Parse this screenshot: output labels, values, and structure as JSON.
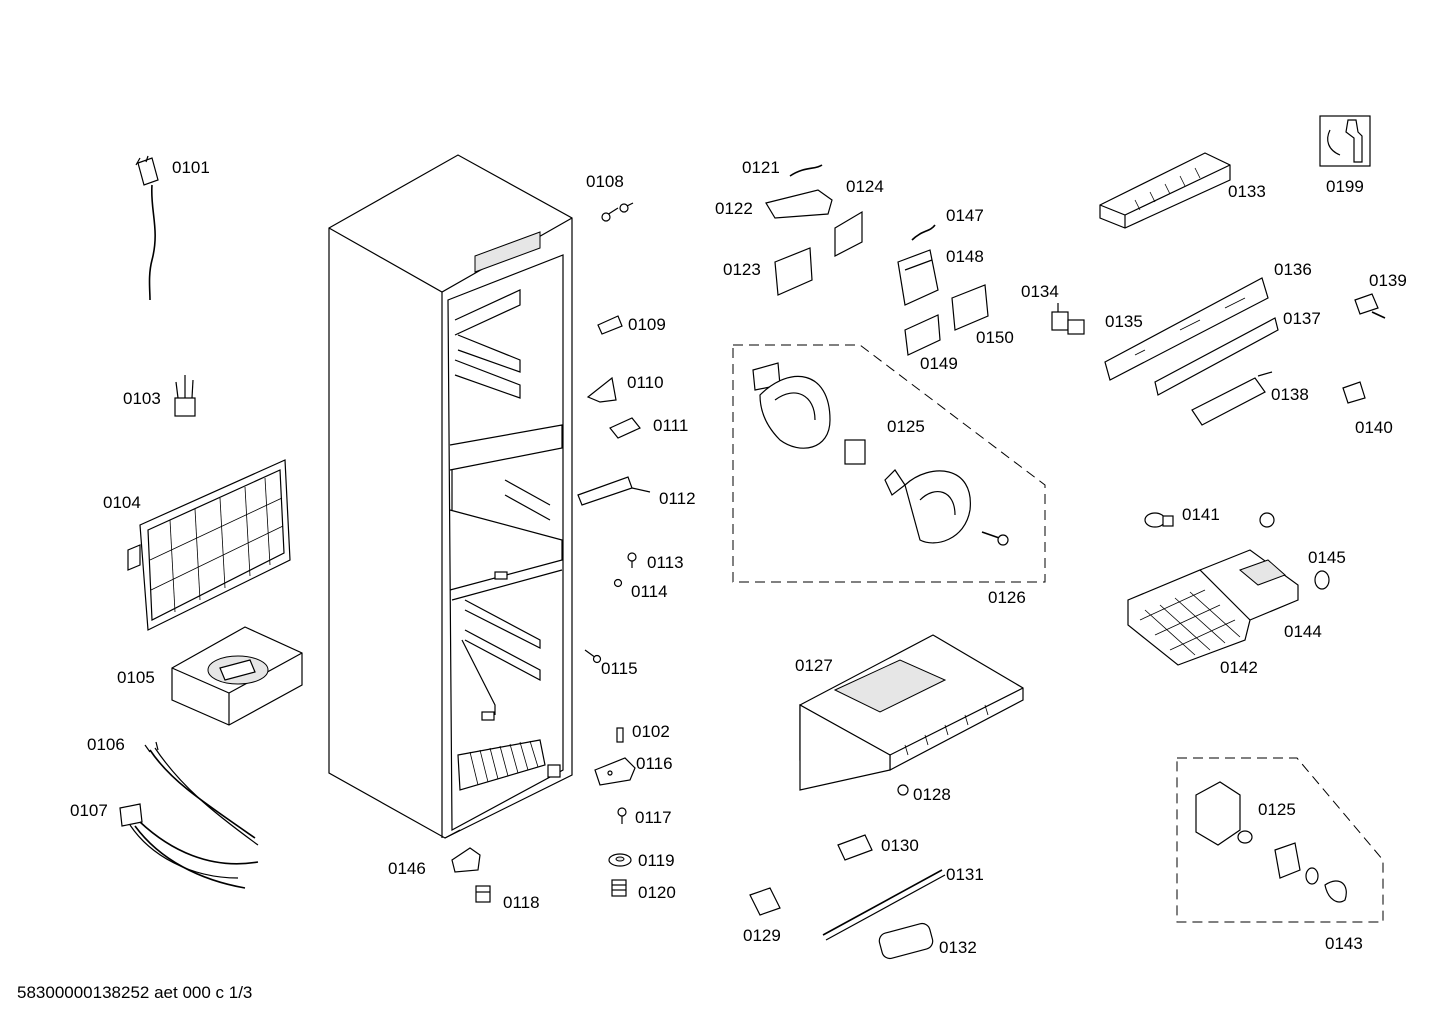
{
  "labels": {
    "p0101": "0101",
    "p0102": "0102",
    "p0103": "0103",
    "p0104": "0104",
    "p0105": "0105",
    "p0106": "0106",
    "p0107": "0107",
    "p0108": "0108",
    "p0109": "0109",
    "p0110": "0110",
    "p0111": "0111",
    "p0112": "0112",
    "p0113": "0113",
    "p0114": "0114",
    "p0115": "0115",
    "p0116": "0116",
    "p0117": "0117",
    "p0118": "0118",
    "p0119": "0119",
    "p0120": "0120",
    "p0121": "0121",
    "p0122": "0122",
    "p0123": "0123",
    "p0124": "0124",
    "p0125a": "0125",
    "p0125b": "0125",
    "p0126": "0126",
    "p0127": "0127",
    "p0128": "0128",
    "p0129": "0129",
    "p0130": "0130",
    "p0131": "0131",
    "p0132": "0132",
    "p0133": "0133",
    "p0134": "0134",
    "p0135": "0135",
    "p0136": "0136",
    "p0137": "0137",
    "p0138": "0138",
    "p0139": "0139",
    "p0140": "0140",
    "p0141": "0141",
    "p0142": "0142",
    "p0143": "0143",
    "p0144": "0144",
    "p0145": "0145",
    "p0146": "0146",
    "p0147": "0147",
    "p0148": "0148",
    "p0149": "0149",
    "p0150": "0150",
    "p0199": "0199"
  },
  "footer": {
    "document_code": "58300000138252 aet 000 c 1/3"
  },
  "icons": {
    "service": "wrench-tool-icon"
  }
}
